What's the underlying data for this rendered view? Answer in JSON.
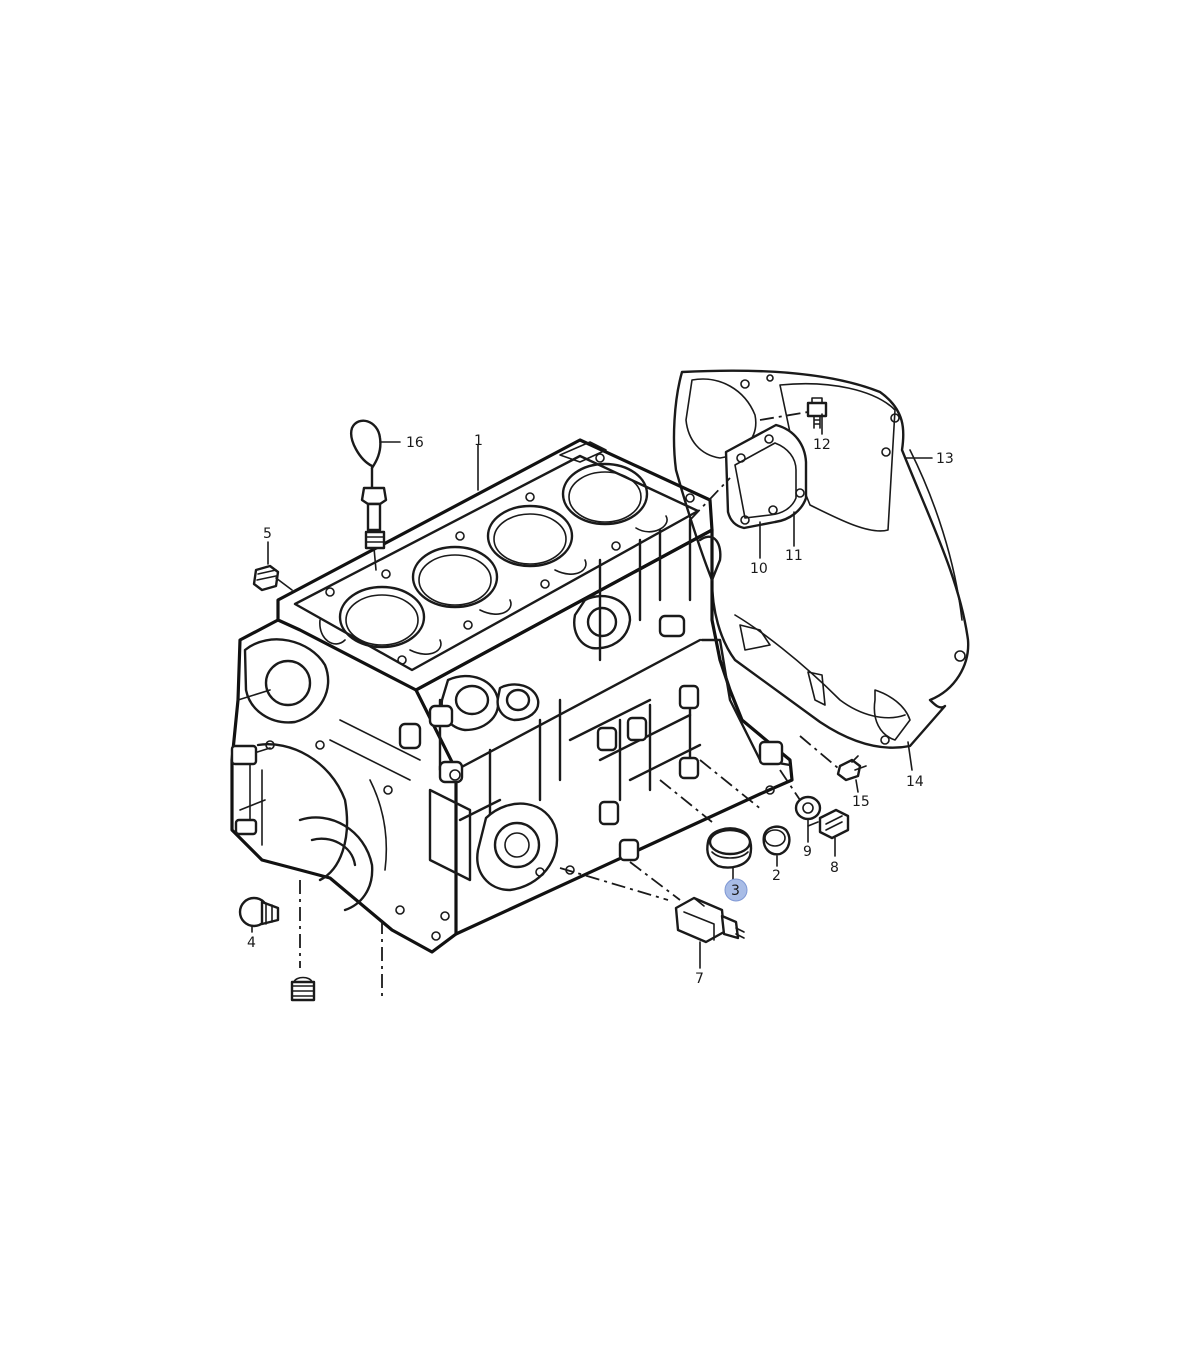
{
  "callouts": [
    {
      "id": "c1",
      "text": "1"
    },
    {
      "id": "c2",
      "text": "2"
    },
    {
      "id": "c3",
      "text": "3",
      "highlighted": true
    },
    {
      "id": "c4",
      "text": "4"
    },
    {
      "id": "c5",
      "text": "5"
    },
    {
      "id": "c7",
      "text": "7"
    },
    {
      "id": "c8",
      "text": "8"
    },
    {
      "id": "c9",
      "text": "9"
    },
    {
      "id": "c10",
      "text": "10"
    },
    {
      "id": "c11",
      "text": "11"
    },
    {
      "id": "c12",
      "text": "12"
    },
    {
      "id": "c13",
      "text": "13"
    },
    {
      "id": "c14",
      "text": "14"
    },
    {
      "id": "c15",
      "text": "15"
    },
    {
      "id": "c16",
      "text": "16"
    }
  ],
  "colors": {
    "line": "#1a1a1a",
    "highlight": "#a8bce6",
    "background": "#ffffff"
  }
}
